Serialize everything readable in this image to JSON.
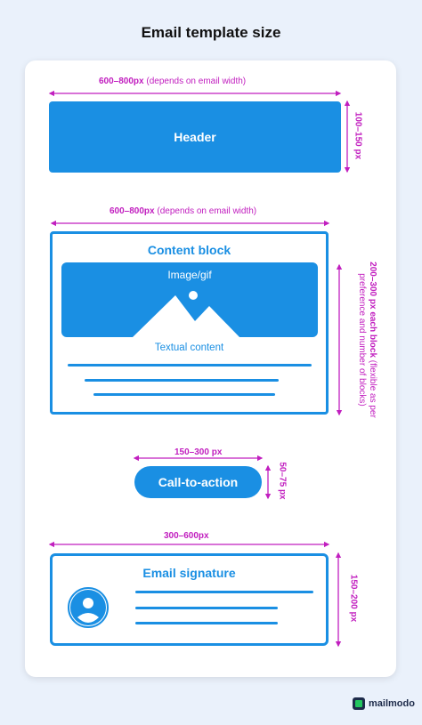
{
  "title": "Email template size",
  "header": {
    "label": "Header",
    "width_dim_bold": "600–800px",
    "width_dim_note": "(depends on email width)",
    "height_dim": "100–150 px"
  },
  "content_block": {
    "label": "Content block",
    "image_label": "Image/gif",
    "text_label": "Textual content",
    "width_dim_bold": "600–800px",
    "width_dim_note": "(depends on email width)",
    "height_dim_bold": "200–300 px each block",
    "height_dim_note": "(flexible as per preference and number of blocks)"
  },
  "cta": {
    "label": "Call-to-action",
    "width_dim": "150–300 px",
    "height_dim": "50–75 px"
  },
  "signature": {
    "label": "Email signature",
    "width_dim": "300–600px",
    "height_dim": "150–200 px"
  },
  "brand": {
    "name": "mailmodo"
  },
  "colors": {
    "accent": "#1a8fe3",
    "dimension": "#c11ebf",
    "background": "#eaf1fb"
  }
}
